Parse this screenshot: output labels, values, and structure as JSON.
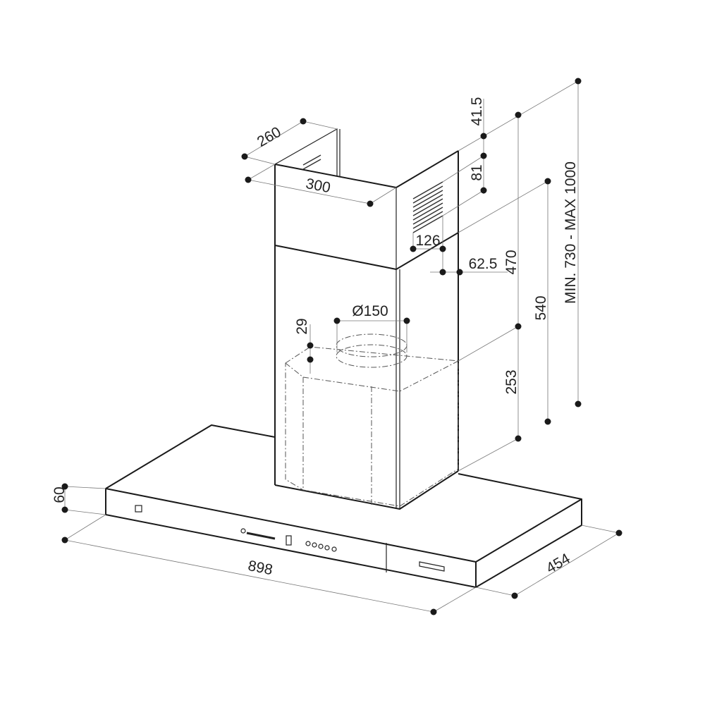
{
  "title": "Chimney hood dimension drawing",
  "units": "mm",
  "dimensions": {
    "chimney_depth": "260",
    "chimney_width": "300",
    "top_offset": "41.5",
    "vent_height": "81",
    "vent_width": "126",
    "vent_offset": "62.5",
    "upper_height": "470",
    "lower_height": "253",
    "chimney_height": "540",
    "total_height": "MIN. 730 - MAX 1000",
    "duct_diameter": "Ø150",
    "collar_height": "29",
    "canopy_height": "60",
    "canopy_width": "898",
    "canopy_depth": "454"
  },
  "colors": {
    "line": "#1a1a1a",
    "background": "#ffffff"
  }
}
